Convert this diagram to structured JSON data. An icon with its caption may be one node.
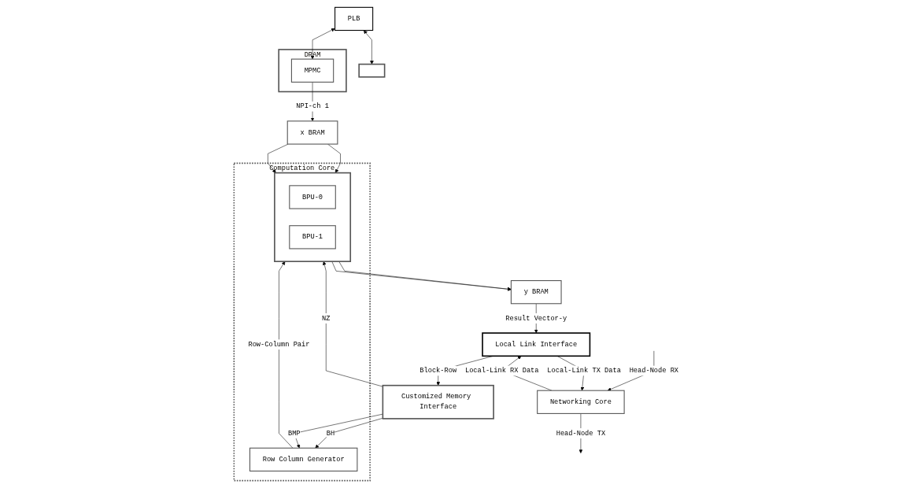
{
  "diagram": {
    "nodes": [
      {
        "text": [
          "PLB"
        ]
      },
      {
        "text": [],
        "shape": "box"
      },
      {
        "text": [
          "DRAM"
        ]
      },
      {
        "text": [
          "MPMC"
        ],
        "in": 2
      },
      {
        "text": [
          "Computation Core"
        ]
      },
      {
        "text": [
          "Row Column Generator"
        ],
        "in": 4
      },
      {
        "text": [],
        "shape": "box",
        "in": 4
      },
      {
        "text": [
          "BPU-0"
        ],
        "in": 6
      },
      {
        "text": [
          "BPU-1"
        ],
        "in": 6
      },
      {
        "text": [
          "Customized Memory Interface"
        ]
      },
      {
        "text": [
          "x BRAM"
        ]
      },
      {
        "text": [
          "y BRAM"
        ]
      },
      {
        "text": [
          "Networking Core"
        ]
      },
      {
        "text": [
          "Local Link Interface"
        ]
      }
    ],
    "edges": [
      {
        "from": 0,
        "to": 1,
        "arrow": "both"
      },
      {
        "from": 0,
        "to": 3,
        "arrow": "both"
      },
      {
        "from": 5,
        "to": 6,
        "arrow": "to",
        "label": "Row-Column Pair"
      },
      {
        "from": 9,
        "to": 5,
        "arrow": "to",
        "label": "BH"
      },
      {
        "from": 9,
        "to": 5,
        "arrow": "to",
        "label": "BMP"
      },
      {
        "from": 9,
        "to": 6,
        "arrow": "to",
        "label": "NZ"
      },
      {
        "from": 10,
        "to": 6,
        "arrow": "to"
      },
      {
        "from": 10,
        "to": 6,
        "arrow": "to"
      },
      {
        "from": 6,
        "to": 11,
        "arrow": "to"
      },
      {
        "from": 6,
        "to": 11,
        "arrow": "to"
      },
      {
        "from": 3,
        "to": 10,
        "arrow": "to",
        "label": "NPI-ch 1"
      },
      {
        "from": 13,
        "to": 9,
        "arrow": "to",
        "label": "Block-Row"
      },
      {
        "from": 11,
        "to": 13,
        "arrow": "to",
        "label": "Result Vector-y"
      },
      {
        "from": null,
        "to": 12,
        "arrow": "to",
        "label": "Head-Node RX"
      },
      {
        "from": 12,
        "to": null,
        "arrow": "to",
        "label": "Head-Node TX"
      },
      {
        "from": 12,
        "to": 13,
        "arrow": "to",
        "label": "Local-Link RX Data"
      },
      {
        "from": 13,
        "to": 12,
        "arrow": "to",
        "label": "Local-Link TX Data"
      }
    ]
  }
}
